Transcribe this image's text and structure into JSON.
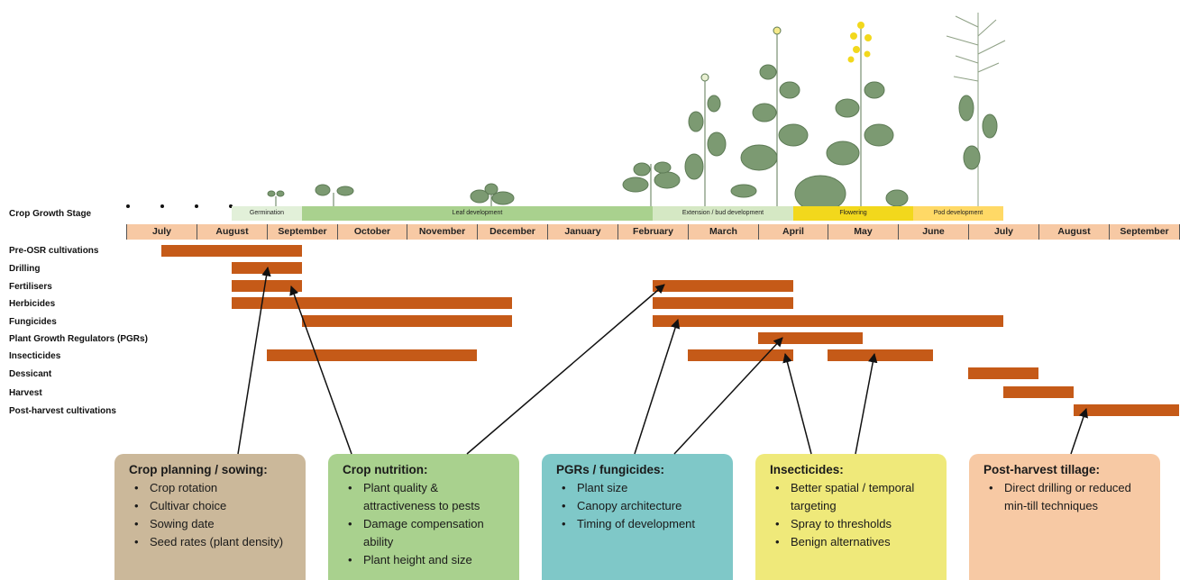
{
  "stage_title": "Crop Growth Stage",
  "growth_stages": [
    {
      "label": "Germination",
      "color": "#e2f0d9"
    },
    {
      "label": "Leaf development",
      "color": "#a9d18e"
    },
    {
      "label": "Extension / bud development",
      "color": "#d5e8c4"
    },
    {
      "label": "Flowering",
      "color": "#f2d81c"
    },
    {
      "label": "Pod development",
      "color": "#ffd966"
    }
  ],
  "months": [
    "July",
    "August",
    "September",
    "October",
    "November",
    "December",
    "January",
    "February",
    "March",
    "April",
    "May",
    "June",
    "July",
    "August",
    "September"
  ],
  "activities": [
    {
      "label": "Pre-OSR cultivations"
    },
    {
      "label": "Drilling"
    },
    {
      "label": "Fertilisers"
    },
    {
      "label": "Herbicides"
    },
    {
      "label": "Fungicides"
    },
    {
      "label": "Plant Growth Regulators (PGRs)"
    },
    {
      "label": "Insecticides"
    },
    {
      "label": "Dessicant"
    },
    {
      "label": "Harvest"
    },
    {
      "label": "Post-harvest cultivations"
    }
  ],
  "bar_color": "#c55a18",
  "boxes": [
    {
      "title": "Crop planning / sowing:",
      "color": "#cbb89a",
      "items": [
        "Crop rotation",
        "Cultivar choice",
        "Sowing date",
        "Seed rates (plant density)"
      ]
    },
    {
      "title": "Crop nutrition:",
      "color": "#a9d18e",
      "items": [
        "Plant quality & attractiveness to pests",
        "Damage compensation ability",
        "Plant height and size"
      ]
    },
    {
      "title": "PGRs / fungicides:",
      "color": "#7fc8c8",
      "items": [
        "Plant size",
        "Canopy architecture",
        "Timing of development"
      ]
    },
    {
      "title": "Insecticides:",
      "color": "#efe97a",
      "items": [
        "Better spatial / temporal targeting",
        "Spray to thresholds",
        "Benign alternatives"
      ]
    },
    {
      "title": "Post-harvest tillage:",
      "color": "#f7c9a4",
      "items": [
        "Direct drilling or reduced min-till techniques"
      ]
    }
  ]
}
